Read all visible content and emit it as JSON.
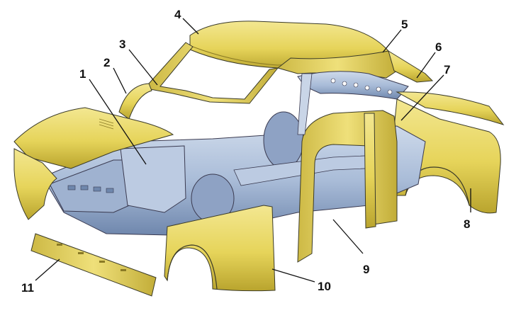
{
  "diagram": {
    "colors": {
      "yellow_panel": "#e6d45a",
      "yellow_shade": "#b9a42e",
      "yellow_light": "#f3e791",
      "blue_floor": "#a9bcd8",
      "blue_shade": "#6f87ad",
      "blue_light": "#cdd9ea",
      "outline": "#3a3a28",
      "label": "#111111"
    },
    "callouts": [
      {
        "id": "1",
        "label": "1"
      },
      {
        "id": "2",
        "label": "2"
      },
      {
        "id": "3",
        "label": "3"
      },
      {
        "id": "4",
        "label": "4"
      },
      {
        "id": "5",
        "label": "5"
      },
      {
        "id": "6",
        "label": "6"
      },
      {
        "id": "7",
        "label": "7"
      },
      {
        "id": "8",
        "label": "8"
      },
      {
        "id": "9",
        "label": "9"
      },
      {
        "id": "10",
        "label": "10"
      },
      {
        "id": "11",
        "label": "11"
      }
    ]
  }
}
